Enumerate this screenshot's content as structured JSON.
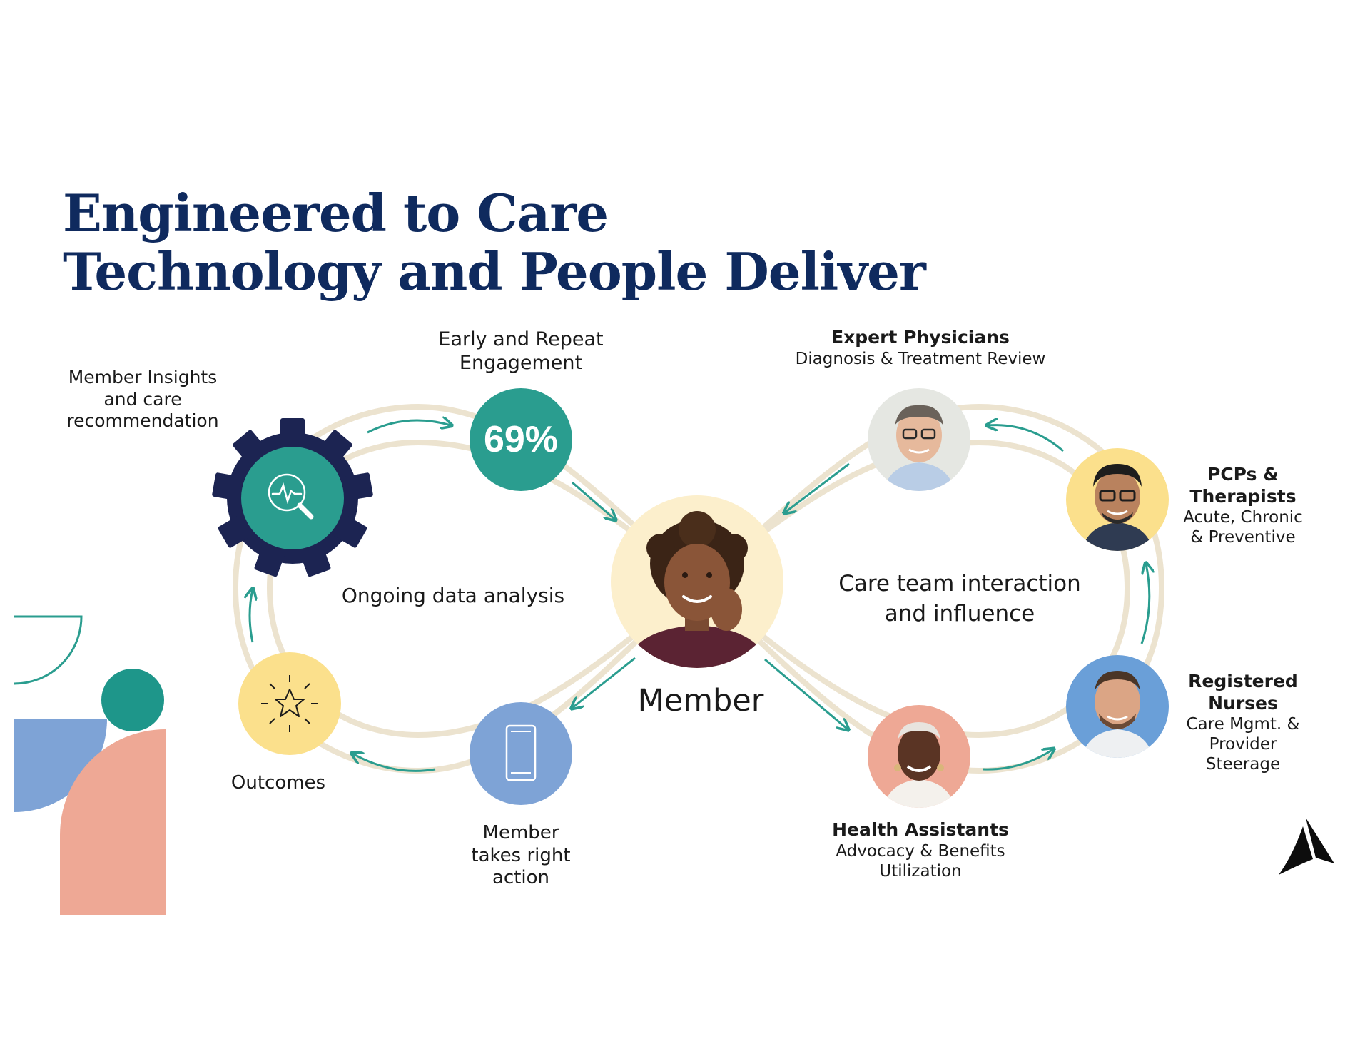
{
  "title": {
    "line1": "Engineered to Care",
    "line2": "Technology and People Deliver"
  },
  "colors": {
    "title": "#0f2a5e",
    "teal": "#2a9d8f",
    "navy": "#1c2452",
    "blue": "#7ea3d6",
    "yellow": "#fbe08c",
    "salmon": "#eea895",
    "cream": "#fcefcc",
    "loop": "#ece3cf"
  },
  "left_loop": {
    "engagement_label": "Early and Repeat Engagement",
    "engagement_stat": "69%",
    "insights_label": "Member Insights and care recommendation",
    "center_label": "Ongoing data analysis",
    "outcomes_label": "Outcomes",
    "action_label": "Member takes right action"
  },
  "member": {
    "label": "Member"
  },
  "right_loop": {
    "center_label": "Care team interaction and influence",
    "physicians": {
      "title": "Expert Physicians",
      "desc": "Diagnosis & Treatment Review"
    },
    "pcps": {
      "title": "PCPs & Therapists",
      "desc": "Acute, Chronic & Preventive"
    },
    "nurses": {
      "title": "Registered Nurses",
      "desc": "Care Mgmt. & Provider Steerage"
    },
    "assistants": {
      "title": "Health Assistants",
      "desc": "Advocacy & Benefits Utilization"
    }
  },
  "icons": {
    "gear": "gear-icon",
    "analysis": "heartbeat-magnifier-icon",
    "outcomes": "star-burst-icon",
    "action": "smartphone-icon",
    "logo": "logo-mark-icon"
  }
}
